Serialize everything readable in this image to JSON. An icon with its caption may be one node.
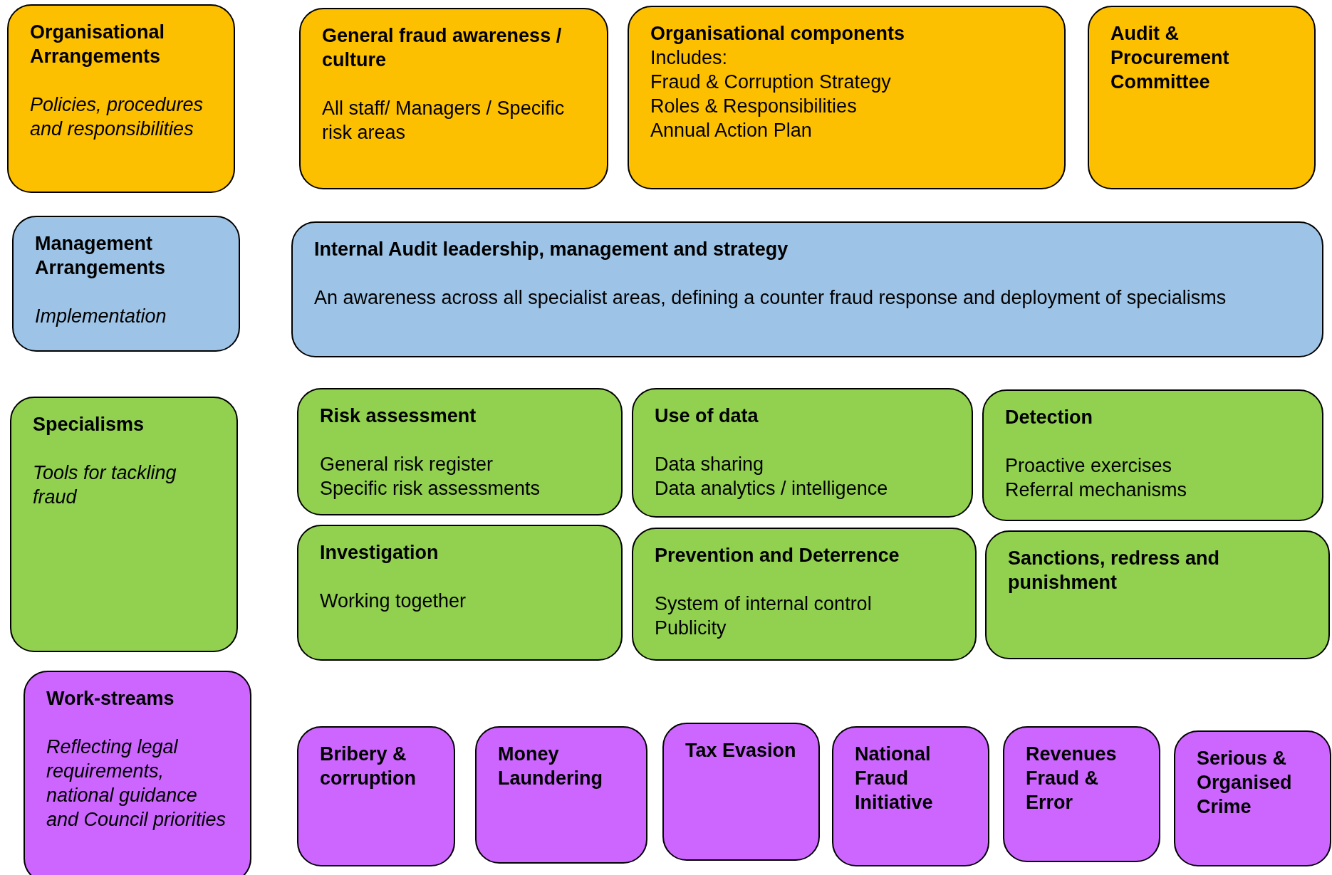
{
  "diagram": {
    "nodes": [
      {
        "text": [
          "Organisational Arrangements",
          "Policies, procedures and responsibilities"
        ]
      },
      {
        "text": [
          "General fraud awareness / culture",
          "All staff/ Managers / Specific risk areas"
        ]
      },
      {
        "text": [
          "Organisational components",
          "Includes:",
          "Fraud & Corruption Strategy",
          "Roles & Responsibilities",
          "Annual Action Plan"
        ]
      },
      {
        "text": [
          "Audit & Procurement Committee"
        ]
      },
      {
        "text": [
          "Management Arrangements",
          "Implementation"
        ]
      },
      {
        "text": [
          "Internal Audit leadership, management and strategy",
          "An awareness across all specialist areas, defining a counter fraud response and deployment of specialisms"
        ]
      },
      {
        "text": [
          "Specialisms",
          "Tools for tackling fraud"
        ]
      },
      {
        "text": [
          "Risk assessment",
          "General risk register",
          "Specific risk assessments"
        ]
      },
      {
        "text": [
          "Use of data",
          "Data sharing",
          "Data analytics / intelligence"
        ]
      },
      {
        "text": [
          "Detection",
          "Proactive exercises",
          "Referral mechanisms"
        ]
      },
      {
        "text": [
          "Investigation",
          "Working together"
        ]
      },
      {
        "text": [
          "Prevention and Deterrence",
          "System of internal control",
          "Publicity"
        ]
      },
      {
        "text": [
          "Sanctions, redress and punishment"
        ]
      },
      {
        "text": [
          "Work-streams",
          "Reflecting legal requirements, national guidance and Council priorities"
        ]
      },
      {
        "text": [
          "Bribery & corruption"
        ]
      },
      {
        "text": [
          "Money Laundering"
        ]
      },
      {
        "text": [
          "Tax Evasion"
        ]
      },
      {
        "text": [
          "National Fraud Initiative"
        ]
      },
      {
        "text": [
          "Revenues Fraud & Error"
        ]
      },
      {
        "text": [
          "Serious & Organised Crime"
        ]
      }
    ],
    "edges": []
  }
}
